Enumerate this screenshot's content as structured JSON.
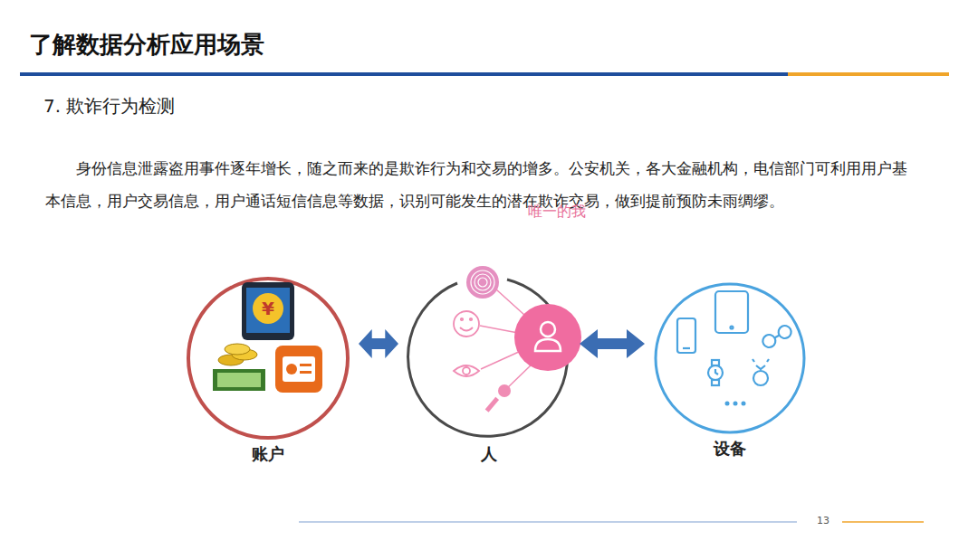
{
  "diagram": {
    "title": "了解数据分析应用场景",
    "nodes": [
      {
        "text": [
          "账户"
        ]
      },
      {
        "text": [
          "唯一的我",
          "人"
        ]
      },
      {
        "text": [
          "设备"
        ]
      }
    ],
    "edges": [
      {
        "from": 0,
        "to": 1,
        "arrow": "both"
      },
      {
        "from": 1,
        "to": 2,
        "arrow": "both"
      }
    ],
    "labels": [
      "7. 欺诈行为检测",
      "身份信息泄露盗用事件逐年增长，随之而来的是欺诈行为和交易的增多。公安机关，各大金融机构，电信部门可利用用户基本信息，用户交易信息，用户通话短信信息等数据，识别可能发生的潜在欺诈交易，做到提前预防未雨绸缪。",
      "¥",
      "13"
    ]
  }
}
